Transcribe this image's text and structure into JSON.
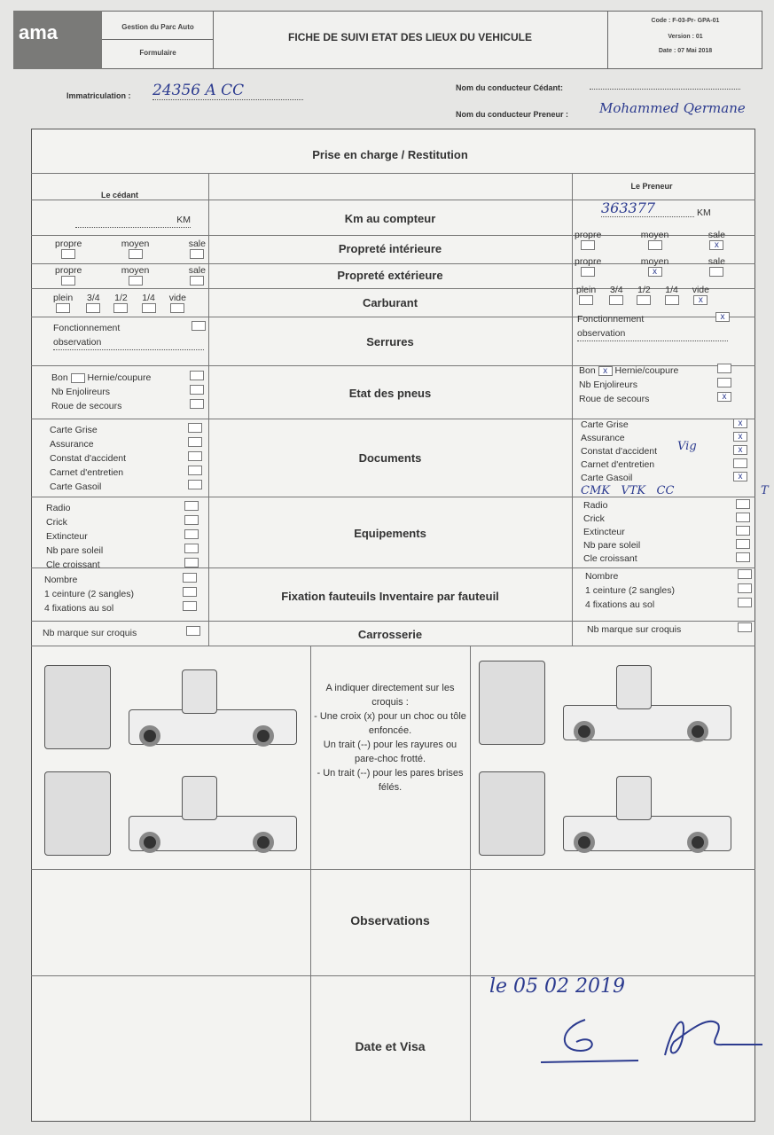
{
  "header": {
    "logo": "ama",
    "dept": "Gestion du Parc Auto",
    "type": "Formulaire",
    "title": "FICHE DE SUIVI ETAT DES LIEUX DU VEHICULE",
    "code": "Code : F-03-Pr- GPA-01",
    "version": "Version : 01",
    "date": "Date : 07 Mai 2018"
  },
  "fields": {
    "immat_label": "Immatriculation :",
    "immat_value": "24356 A CC",
    "cedant_label": "Nom du conducteur Cédant:",
    "cedant_value": "",
    "preneur_label": "Nom du conducteur Preneur :",
    "preneur_value": "Mohammed Qermane"
  },
  "form": {
    "title": "Prise en charge / Restitution",
    "col_cedant": "Le cédant",
    "col_preneur": "Le Preneur",
    "km_label": "Km au compteur",
    "km_unit": "KM",
    "km_preneur": "363377",
    "prop_int": "Propreté intérieure",
    "prop_ext": "Propreté extérieure",
    "prop_opts": [
      "propre",
      "moyen",
      "sale"
    ],
    "carburant": "Carburant",
    "carb_opts": [
      "plein",
      "3/4",
      "1/2",
      "1/4",
      "vide"
    ],
    "serrures": "Serrures",
    "fonctionnement": "Fonctionnement",
    "observation": "observation",
    "pneus": "Etat des pneus",
    "pneu_bon": "Bon",
    "pneu_hernie": "Hernie/coupure",
    "pneu_enj": "Nb Enjolireurs",
    "pneu_roue": "Roue de secours",
    "documents": "Documents",
    "docs": [
      "Carte Grise",
      "Assurance",
      "Constat d'accident",
      "Carnet d'entretien",
      "Carte Gasoil"
    ],
    "doc_note1": "Vig",
    "doc_note2": "CMK   VTK   CC",
    "doc_note3": "T",
    "equipements": "Equipements",
    "equips": [
      "Radio",
      "Crick",
      "Extincteur",
      "Nb pare soleil",
      "Cle croissant"
    ],
    "fixation": "Fixation fauteuils  Inventaire par fauteuil",
    "fix_items": [
      "Nombre",
      "1 ceinture (2 sangles)",
      "4 fixations au sol"
    ],
    "carrosserie": "Carrosserie",
    "croquis": "Nb marque sur croquis",
    "instructions": [
      "A indiquer directement sur les croquis :",
      "- Une croix (x) pour un choc ou tôle enfoncée.",
      "Un trait (--) pour les rayures ou pare-choc frotté.",
      "- Un trait (--) pour les pares brises félés."
    ],
    "observations": "Observations",
    "date_visa": "Date et Visa",
    "date_value": "le 05 02 2019"
  },
  "marks": {
    "checked": "x"
  }
}
